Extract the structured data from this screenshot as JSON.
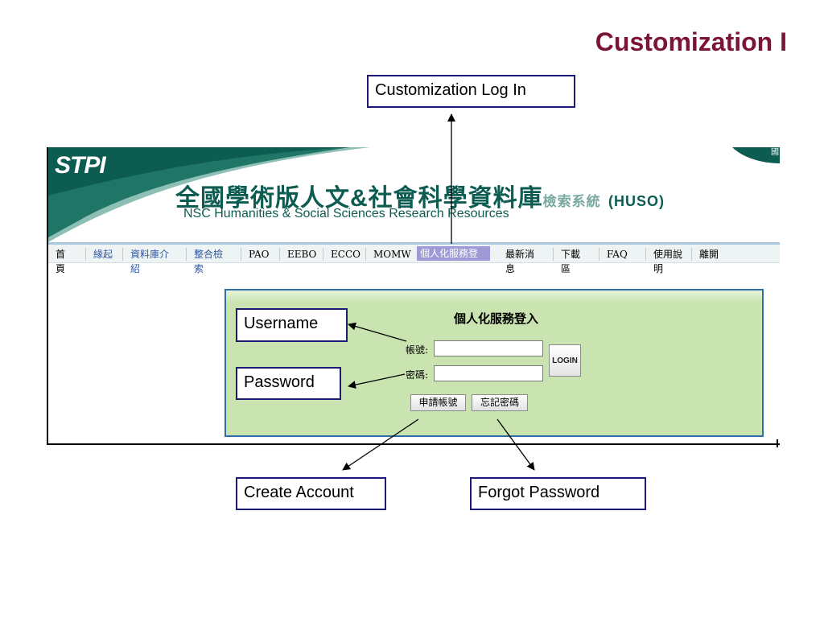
{
  "slide": {
    "title": "Customization I"
  },
  "callouts": {
    "log_in": "Customization Log In",
    "username": "Username",
    "password": "Password",
    "create_account": "Create Account",
    "forgot_password": "Forgot Password"
  },
  "site": {
    "logo": "STPI",
    "title_zh_main": "全國學術版人文&社會科學資料庫",
    "title_zh_sub": "檢索系統",
    "title_code": "(HUSO)",
    "title_en": "NSC Humanities & Social Sciences Research Resources",
    "corner_icon": "國",
    "nav": [
      {
        "label": "首頁",
        "style": "black"
      },
      {
        "label": "緣起",
        "style": "blue"
      },
      {
        "label": "資料庫介紹",
        "style": "blue"
      },
      {
        "label": "整合檢索",
        "style": "blue"
      },
      {
        "label": "PAO",
        "style": "black"
      },
      {
        "label": "EEBO",
        "style": "black"
      },
      {
        "label": "ECCO",
        "style": "black"
      },
      {
        "label": "MOMW",
        "style": "black"
      },
      {
        "label": "個人化服務登入",
        "style": "active"
      },
      {
        "label": "最新消息",
        "style": "black"
      },
      {
        "label": "下載區",
        "style": "black"
      },
      {
        "label": "FAQ",
        "style": "black"
      },
      {
        "label": "使用說明",
        "style": "black"
      },
      {
        "label": "離開",
        "style": "black"
      }
    ],
    "login": {
      "heading": "個人化服務登入",
      "account_label": "帳號:",
      "password_label": "密碼:",
      "account_value": "",
      "password_value": "",
      "login_button": "LOGIN",
      "register_button": "申請帳號",
      "forgot_button": "忘記密碼"
    }
  },
  "colors": {
    "title": "#7b1538",
    "callout_border": "#1c1a78",
    "header_green": "#0d5c51",
    "nav_active": "#9f9ad6",
    "panel_green": "#c9e4b0"
  }
}
